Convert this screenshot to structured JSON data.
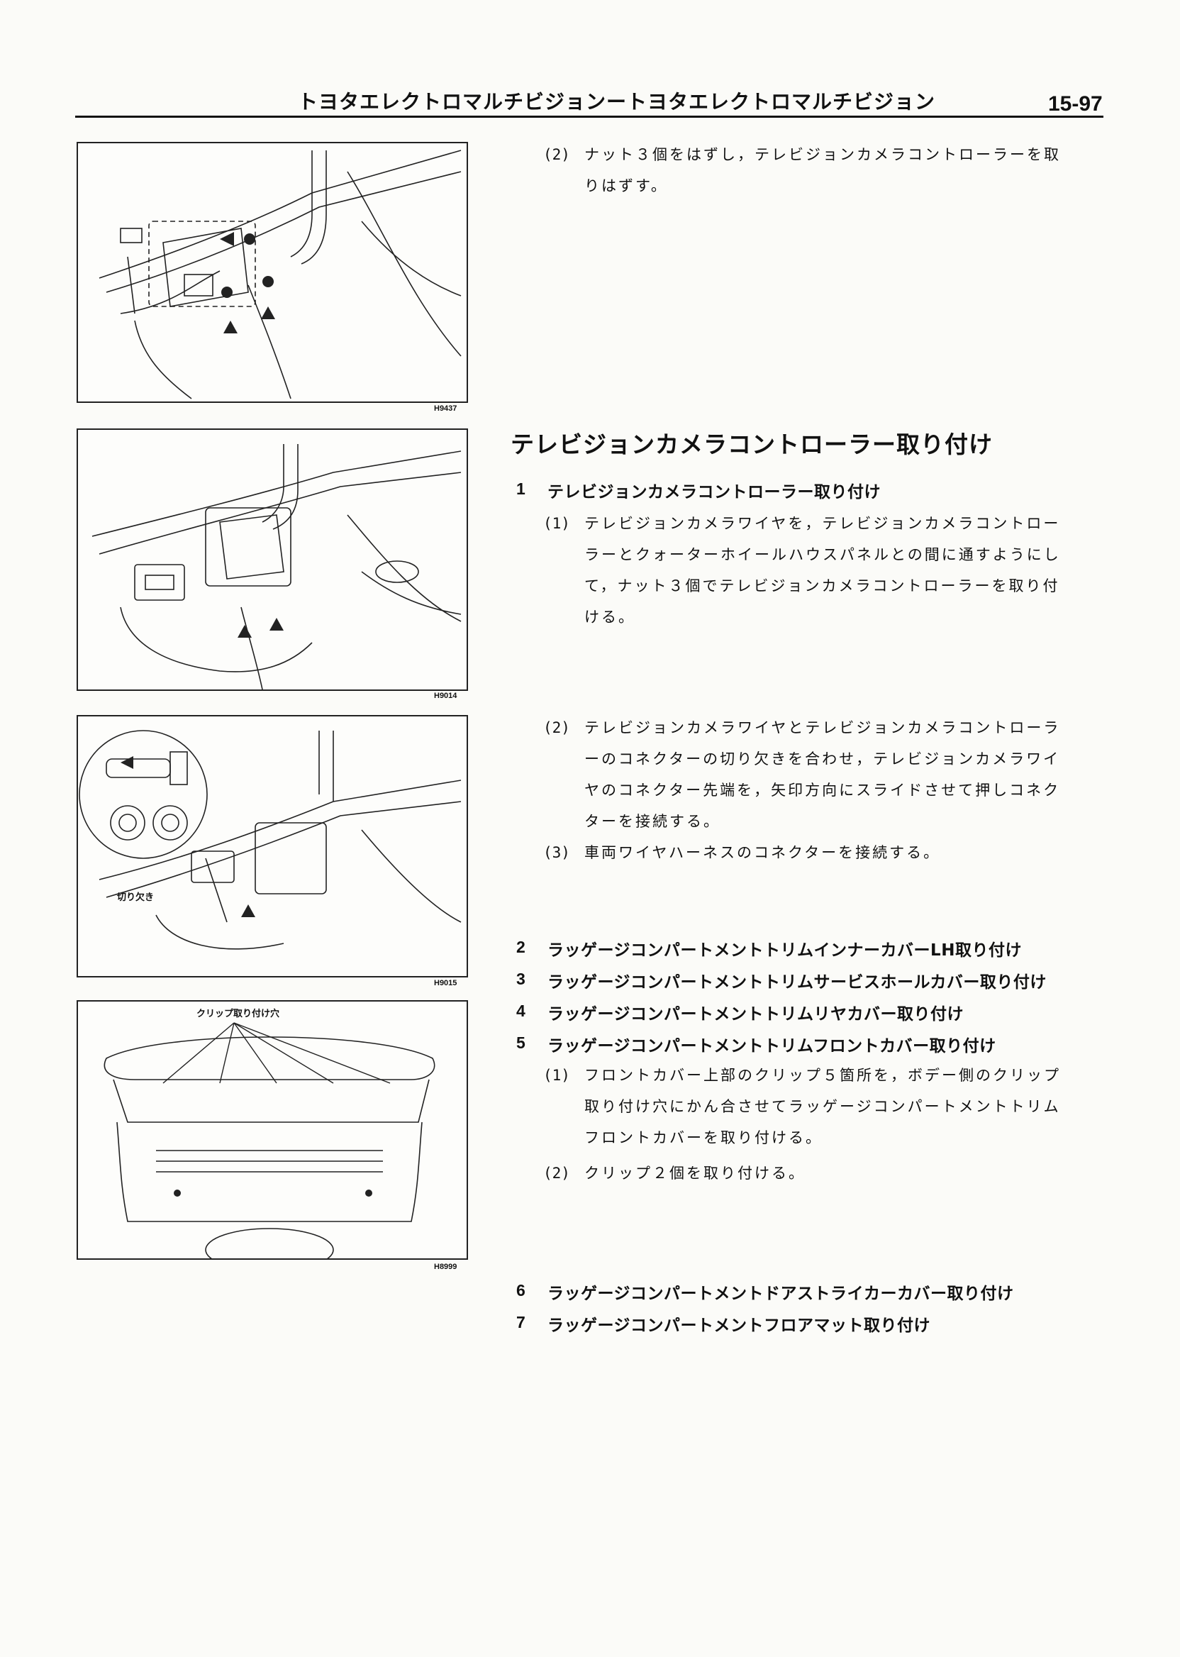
{
  "header": {
    "title": "トヨタエレクトロマルチビジョンートヨタエレクトロマルチビジョン",
    "page_number": "15-97"
  },
  "figures": [
    {
      "code": "H9437"
    },
    {
      "code": "H9014"
    },
    {
      "code": "H9015",
      "label": "切り欠き"
    },
    {
      "code": "H8999",
      "label": "クリップ取り付け穴"
    }
  ],
  "removal": {
    "step2": {
      "marker": "(2)",
      "lines": [
        "ナット３個をはずし，テレビジョンカメラコントローラーを取",
        "りはずす。"
      ]
    }
  },
  "section": {
    "title": "テレビジョンカメラコントローラー取り付け"
  },
  "steps": [
    {
      "num": "1",
      "title": "テレビジョンカメラコントローラー取り付け",
      "substeps": [
        {
          "marker": "(1)",
          "lines": [
            "テレビジョンカメラワイヤを，テレビジョンカメラコントロー",
            "ラーとクォーターホイールハウスパネルとの間に通すようにし",
            "て，ナット３個でテレビジョンカメラコントローラーを取り付",
            "ける。"
          ]
        },
        {
          "marker": "(2)",
          "lines": [
            "テレビジョンカメラワイヤとテレビジョンカメラコントローラ",
            "ーのコネクターの切り欠きを合わせ，テレビジョンカメラワイ",
            "ヤのコネクター先端を，矢印方向にスライドさせて押しコネク",
            "ターを接続する。"
          ]
        },
        {
          "marker": "(3)",
          "lines": [
            "車両ワイヤハーネスのコネクターを接続する。"
          ]
        }
      ]
    },
    {
      "num": "2",
      "title": "ラッゲージコンパートメントトリムインナーカバーLH取り付け"
    },
    {
      "num": "3",
      "title": "ラッゲージコンパートメントトリムサービスホールカバー取り付け"
    },
    {
      "num": "4",
      "title": "ラッゲージコンパートメントトリムリヤカバー取り付け"
    },
    {
      "num": "5",
      "title": "ラッゲージコンパートメントトリムフロントカバー取り付け",
      "substeps": [
        {
          "marker": "(1)",
          "lines": [
            "フロントカバー上部のクリップ５箇所を，ボデー側のクリップ",
            "取り付け穴にかん合させてラッゲージコンパートメントトリム",
            "フロントカバーを取り付ける。"
          ]
        },
        {
          "marker": "(2)",
          "lines": [
            "クリップ２個を取り付ける。"
          ]
        }
      ]
    },
    {
      "num": "6",
      "title": "ラッゲージコンパートメントドアストライカーカバー取り付け"
    },
    {
      "num": "7",
      "title": "ラッゲージコンパートメントフロアマット取り付け"
    }
  ]
}
